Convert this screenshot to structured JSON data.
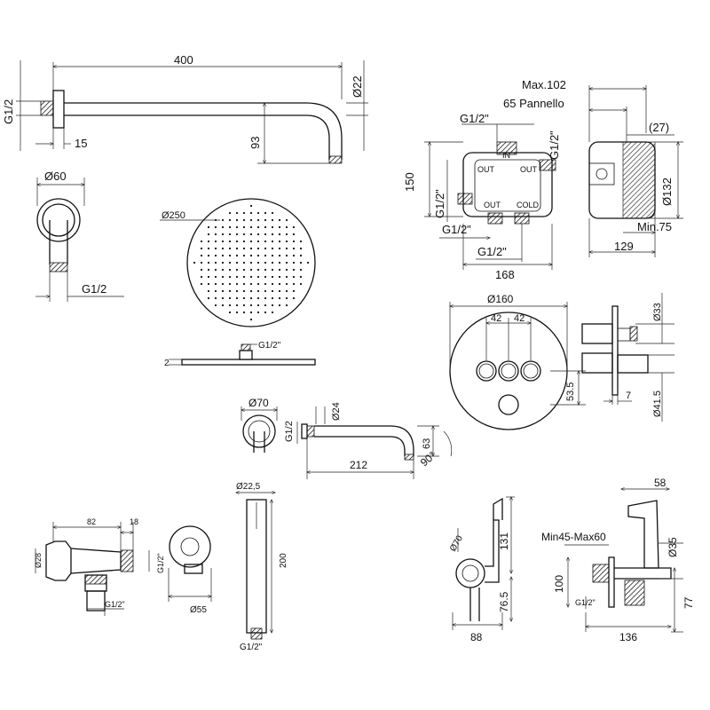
{
  "arm": {
    "length": "400",
    "thread": "G1/2",
    "dia": "Ø22",
    "drop": "93",
    "flange_depth": "15"
  },
  "flange": {
    "dia": "Ø60",
    "thread": "G1/2"
  },
  "head": {
    "dia": "Ø250",
    "thread": "G1/2\"",
    "thickness": "2"
  },
  "box": {
    "max": "Max.102",
    "panel": "65 Pannello",
    "extra": "(27)",
    "g_top": "G1/2\"",
    "g_right": "G1/2\"",
    "g_left": "G1/2\"",
    "g_bl": "G1/2\"",
    "g_bottom": "G1/2\"",
    "height": "150",
    "width": "168",
    "dia": "Ø132",
    "min": "Min.75",
    "depth": "129",
    "port_labels": [
      "OUT",
      "OUT",
      "IN",
      "OUT",
      "COLD"
    ]
  },
  "panel": {
    "dia": "Ø160",
    "spacing_a": "42",
    "spacing_b": "42",
    "h1": "53.5",
    "d33": "Ø33",
    "seven": "7",
    "d41": "Ø41.5"
  },
  "spout": {
    "flange": "Ø70",
    "thread": "G1/2",
    "dia": "Ø24",
    "length": "212",
    "height": "63",
    "angle": "90°"
  },
  "valve": {
    "length": "82",
    "small": "18",
    "d28": "Ø28",
    "g_right": "G1/2\"",
    "g_bottom": "G1/2\""
  },
  "outlet": {
    "dia": "Ø55"
  },
  "handset": {
    "dia": "Ø22,5",
    "length": "200",
    "thread": "G1/2\""
  },
  "bidet_side": {
    "dia": "Ø70",
    "h131": "131",
    "h76": "76.5",
    "w88": "88"
  },
  "bidet_front": {
    "w58": "58",
    "range": "Min45-Max60",
    "d35": "Ø35",
    "h100": "100",
    "h77": "77",
    "w136": "136",
    "thread": "G1/2\""
  }
}
